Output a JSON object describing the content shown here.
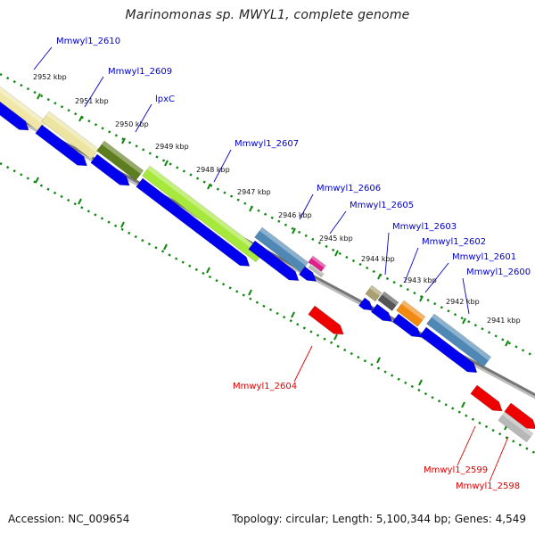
{
  "title": "Marinomonas sp. MWYL1, complete genome",
  "footer": {
    "accession": "Accession: NC_009654",
    "summary": "Topology: circular; Length: 5,100,344 bp; Genes: 4,549"
  },
  "colors": {
    "forward_cds": "#0000ee",
    "reverse_cds": "#ee0000",
    "backbone": "#777777",
    "tick": "#118811",
    "forward_label": "#0000cc",
    "reverse_label": "#dd0000"
  },
  "ticks": [
    "2952 kbp",
    "2951 kbp",
    "2950 kbp",
    "2949 kbp",
    "2948 kbp",
    "2947 kbp",
    "2946 kbp",
    "2945 kbp",
    "2944 kbp",
    "2943 kbp",
    "2942 kbp",
    "2941 kbp"
  ],
  "genes": [
    {
      "name": "Mmwyl1_2610",
      "strand": "forward",
      "color": "#f0e6a8"
    },
    {
      "name": "Mmwyl1_2609",
      "strand": "forward",
      "color": "#ece4a0"
    },
    {
      "name": "lpxC",
      "strand": "forward",
      "color": "#5e7d1e"
    },
    {
      "name": "Mmwyl1_2607",
      "strand": "forward",
      "color": "#a6e83c"
    },
    {
      "name": "Mmwyl1_2606",
      "strand": "forward",
      "color": "#4f87b5"
    },
    {
      "name": "Mmwyl1_2605",
      "strand": "forward",
      "color": "#e0208a"
    },
    {
      "name": "Mmwyl1_2604",
      "strand": "reverse",
      "color": "#ee0000"
    },
    {
      "name": "Mmwyl1_2603",
      "strand": "forward",
      "color": "#a8a070"
    },
    {
      "name": "Mmwyl1_2602",
      "strand": "forward",
      "color": "#555555"
    },
    {
      "name": "Mmwyl1_2601",
      "strand": "forward",
      "color": "#f08a10"
    },
    {
      "name": "Mmwyl1_2600",
      "strand": "forward",
      "color": "#4f87b5"
    },
    {
      "name": "Mmwyl1_2599",
      "strand": "reverse",
      "color": "#ee0000"
    },
    {
      "name": "Mmwyl1_2598",
      "strand": "reverse",
      "color": "#b8b8b8"
    }
  ]
}
